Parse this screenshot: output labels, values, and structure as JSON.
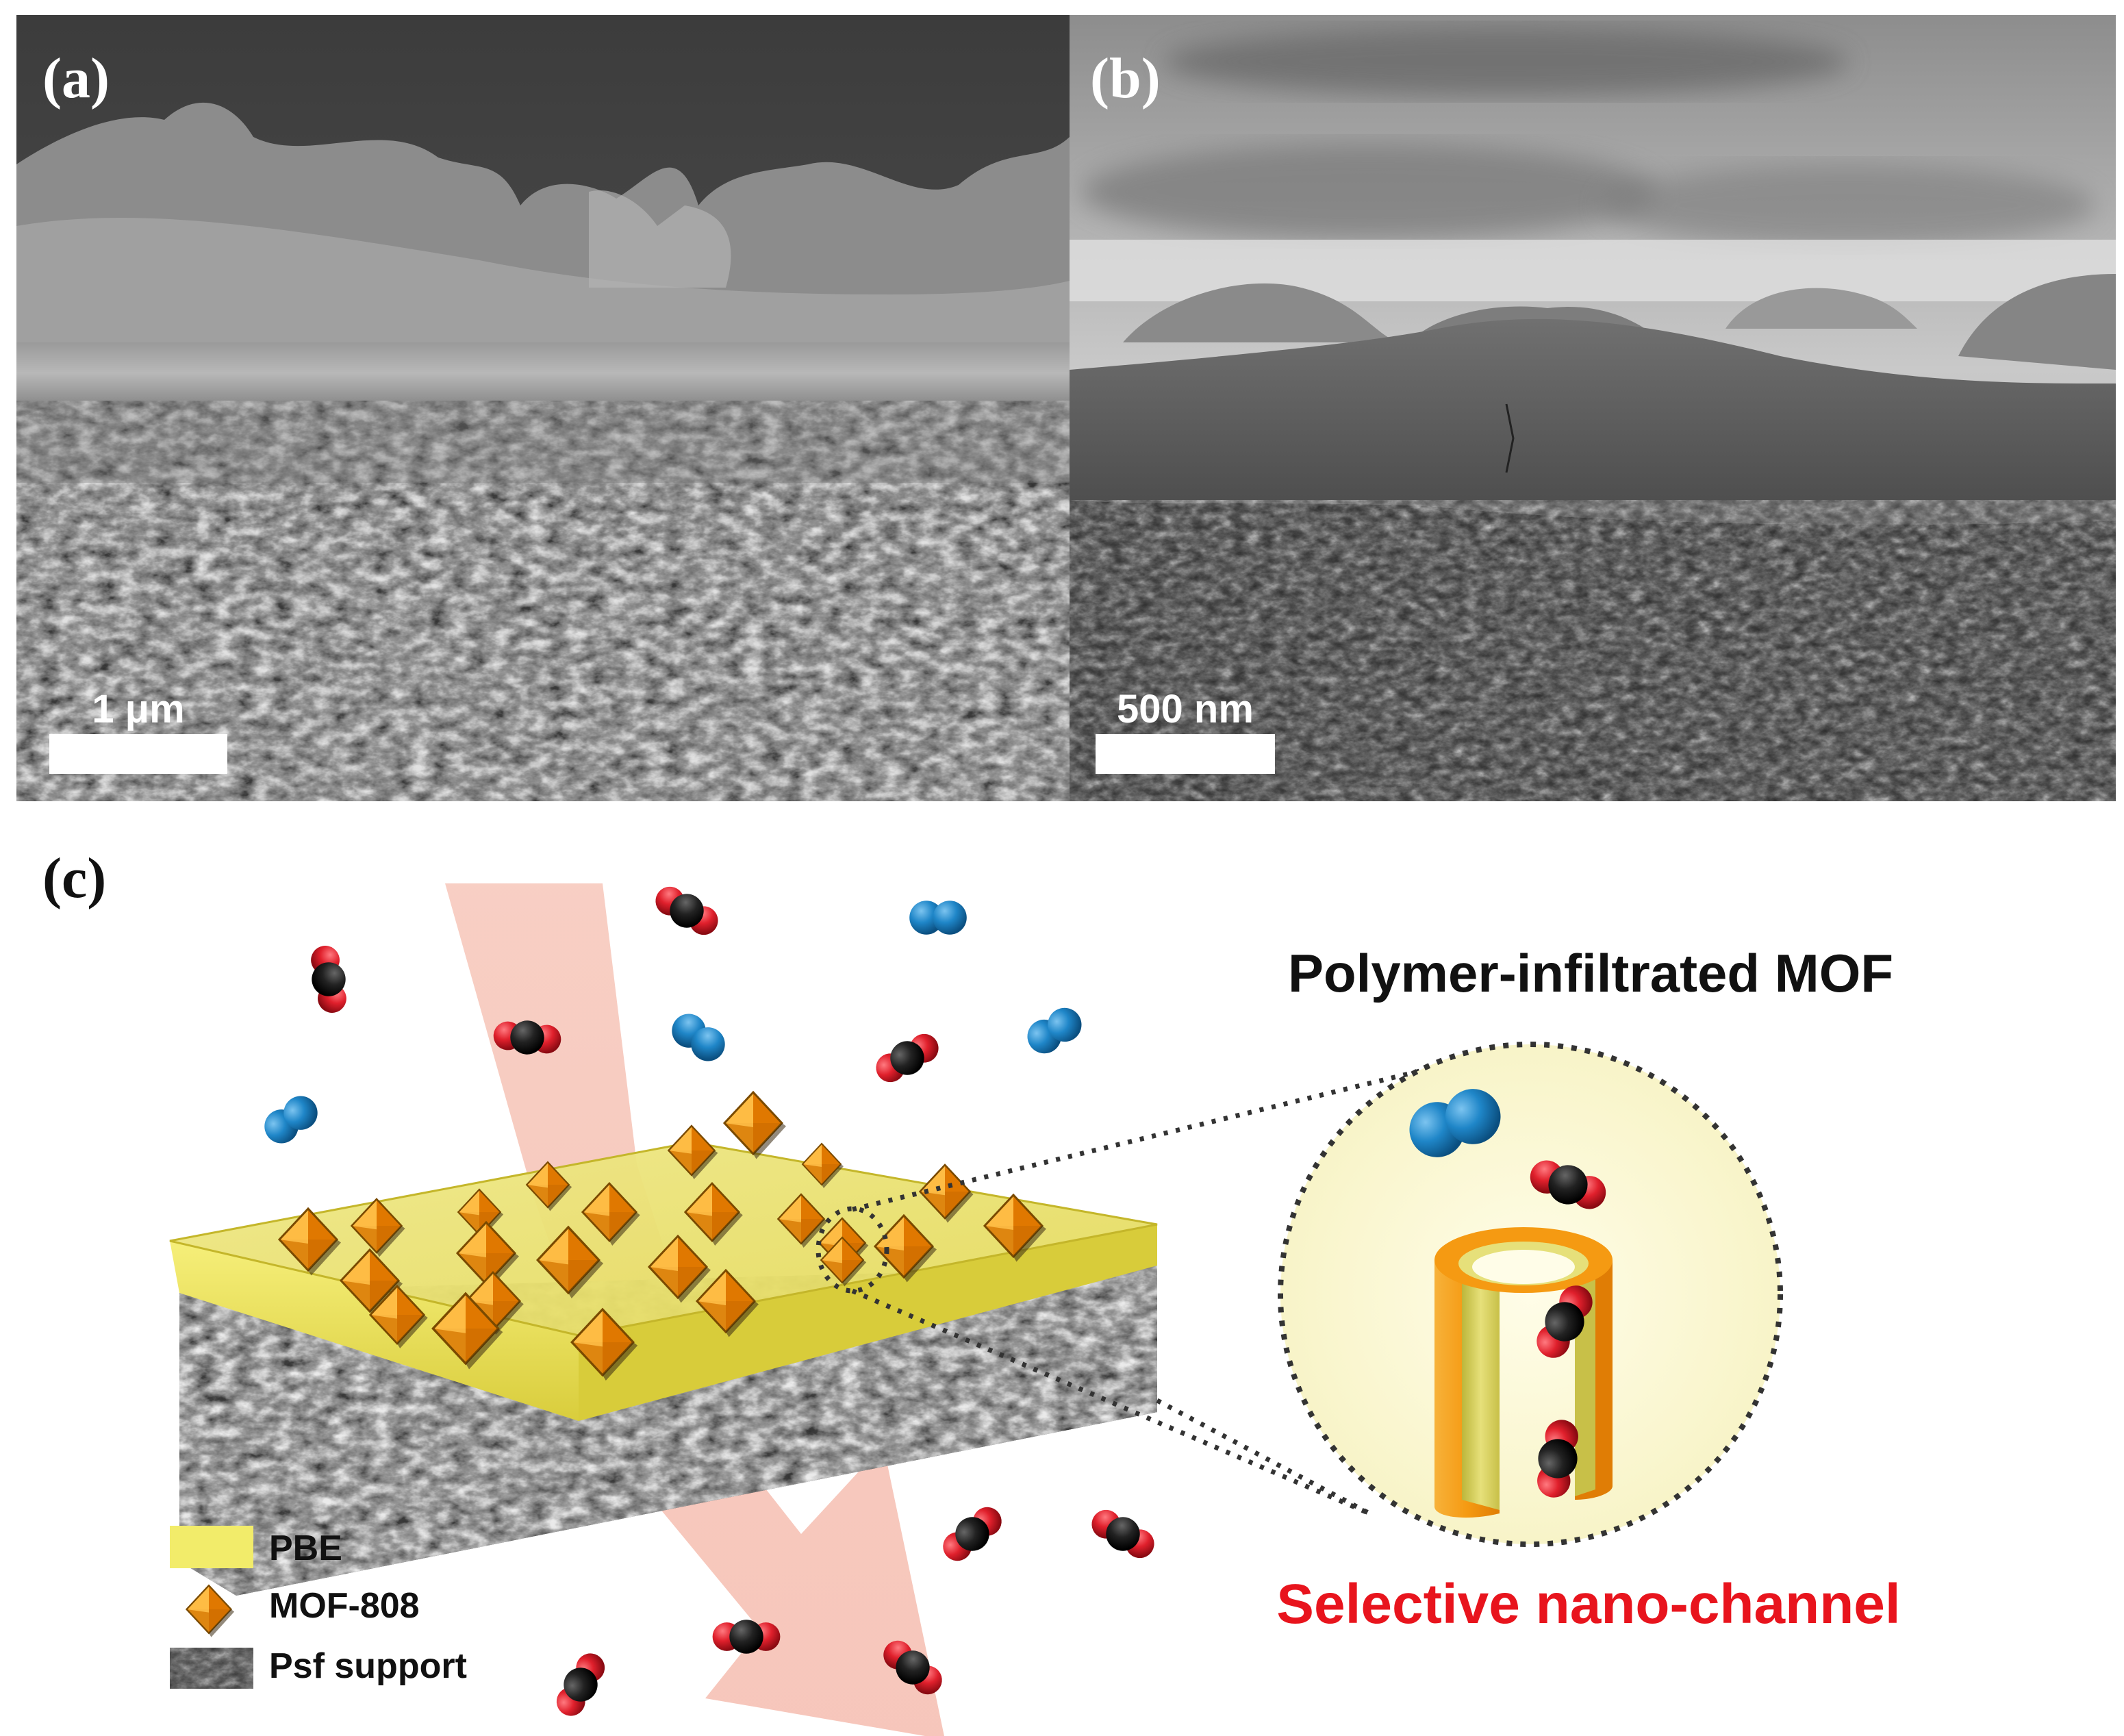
{
  "panels": {
    "a": {
      "label": "(a)",
      "scale_bar": "1 μm"
    },
    "b": {
      "label": "(b)",
      "scale_bar": "500 nm"
    },
    "c": {
      "label": "(c)"
    }
  },
  "schematic": {
    "title": "Polymer-infiltrated MOF",
    "channel_label": "Selective nano-channel",
    "legend": [
      {
        "key": "pbe",
        "label": "PBE"
      },
      {
        "key": "mof",
        "label": "MOF-808"
      },
      {
        "key": "psf",
        "label": "Psf support"
      }
    ]
  },
  "colors": {
    "pbe": "#f2ec6a",
    "mof": "#f39a1a",
    "psf": "#3a3a3a",
    "co2_carbon": "#111111",
    "co2_oxygen": "#e0202c",
    "n2": "#1f86c8",
    "channel_label": "#e8141d",
    "flow_arrow": "#f0a090"
  }
}
